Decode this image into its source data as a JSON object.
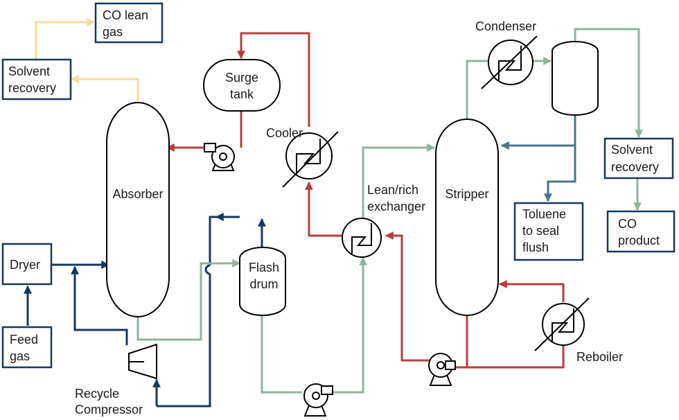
{
  "colors": {
    "navy": "#17375e",
    "red": "#b83c3c",
    "green": "#8fb39c",
    "yellow": "#f5dc9c",
    "steel": "#4a7389"
  },
  "boxes": {
    "co_lean_gas": [
      "CO lean",
      "gas"
    ],
    "solvent_recovery_left": [
      "Solvent",
      "recovery"
    ],
    "dryer": [
      "Dryer"
    ],
    "feed_gas": [
      "Feed",
      "gas"
    ],
    "toluene": [
      "Toluene",
      "to seal",
      "flush"
    ],
    "solvent_recovery_right": [
      "Solvent",
      "recovery"
    ],
    "co_product": [
      "CO",
      "product"
    ]
  },
  "vessels": {
    "absorber": "Absorber",
    "stripper": "Stripper",
    "surge_tank": [
      "Surge",
      "tank"
    ],
    "flash_drum": [
      "Flash",
      "drum"
    ]
  },
  "equipment": {
    "cooler": "Cooler",
    "condenser": "Condenser",
    "exchanger": [
      "Lean/rich",
      "exchanger"
    ],
    "reboiler": "Reboiler",
    "compressor": [
      "Recycle",
      "Compressor"
    ]
  }
}
